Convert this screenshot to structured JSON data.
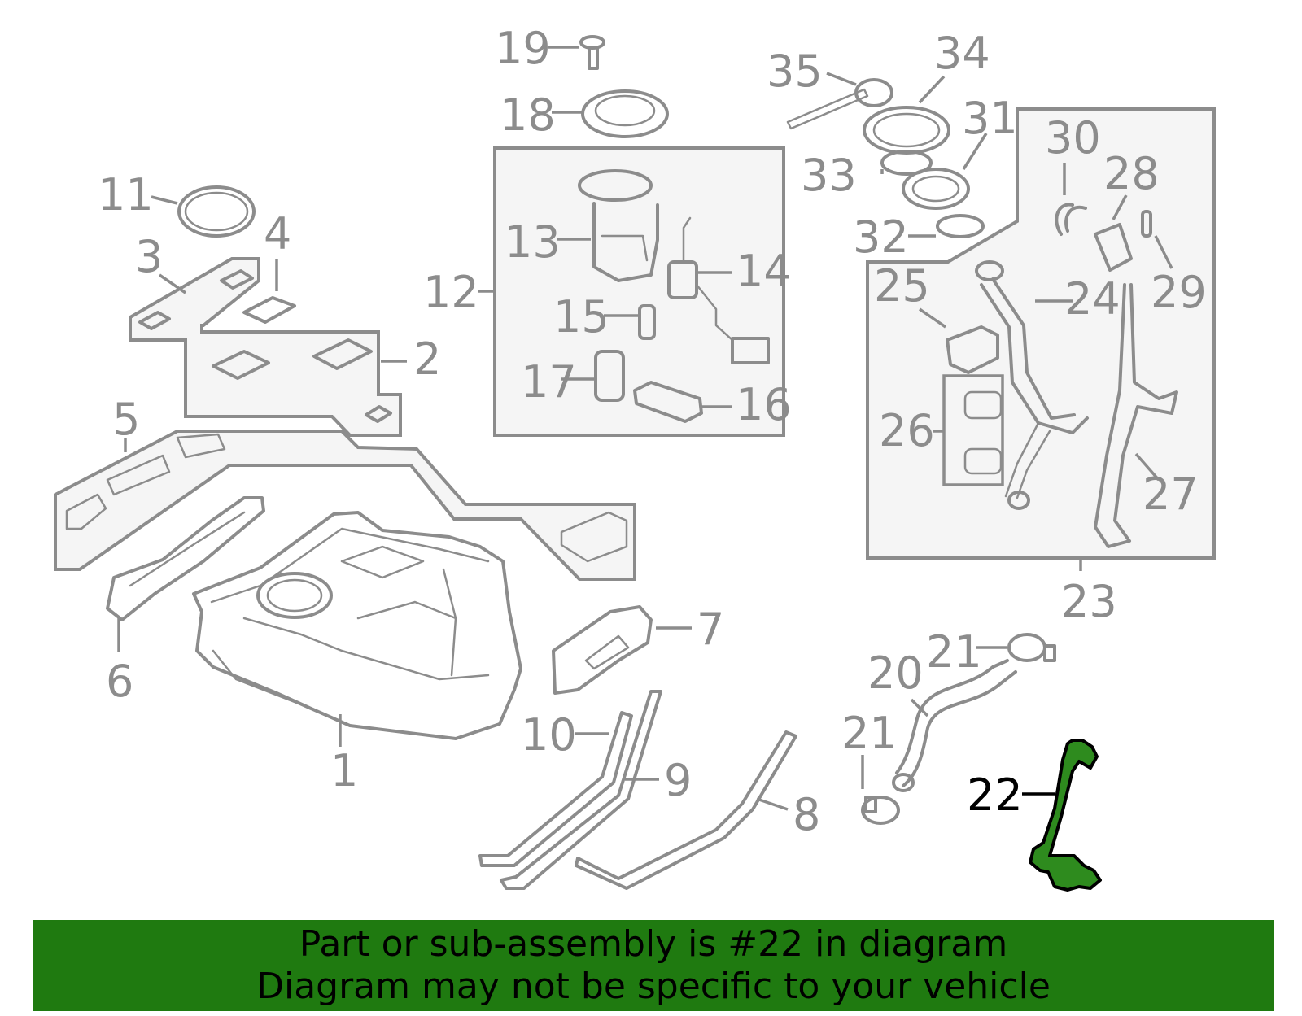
{
  "colors": {
    "part_stroke": "#8c8c8c",
    "highlight_fill": "#2e8b1e",
    "banner_bg": "#1f7a10",
    "banner_text": "#000000",
    "panel_fill": "#f5f5f5"
  },
  "callouts": {
    "c1": "1",
    "c2": "2",
    "c3": "3",
    "c4": "4",
    "c5": "5",
    "c6": "6",
    "c7": "7",
    "c8": "8",
    "c9": "9",
    "c10": "10",
    "c11": "11",
    "c12": "12",
    "c13": "13",
    "c14": "14",
    "c15": "15",
    "c16": "16",
    "c17": "17",
    "c18": "18",
    "c19": "19",
    "c20": "20",
    "c21a": "21",
    "c21b": "21",
    "c22": "22",
    "c23": "23",
    "c24": "24",
    "c25": "25",
    "c26": "26",
    "c27": "27",
    "c28": "28",
    "c29": "29",
    "c30": "30",
    "c31": "31",
    "c32": "32",
    "c33": "33",
    "c34": "34",
    "c35": "35"
  },
  "banner": {
    "line1": "Part or sub-assembly is #22 in diagram",
    "line2": "Diagram may not be specific to your vehicle"
  }
}
